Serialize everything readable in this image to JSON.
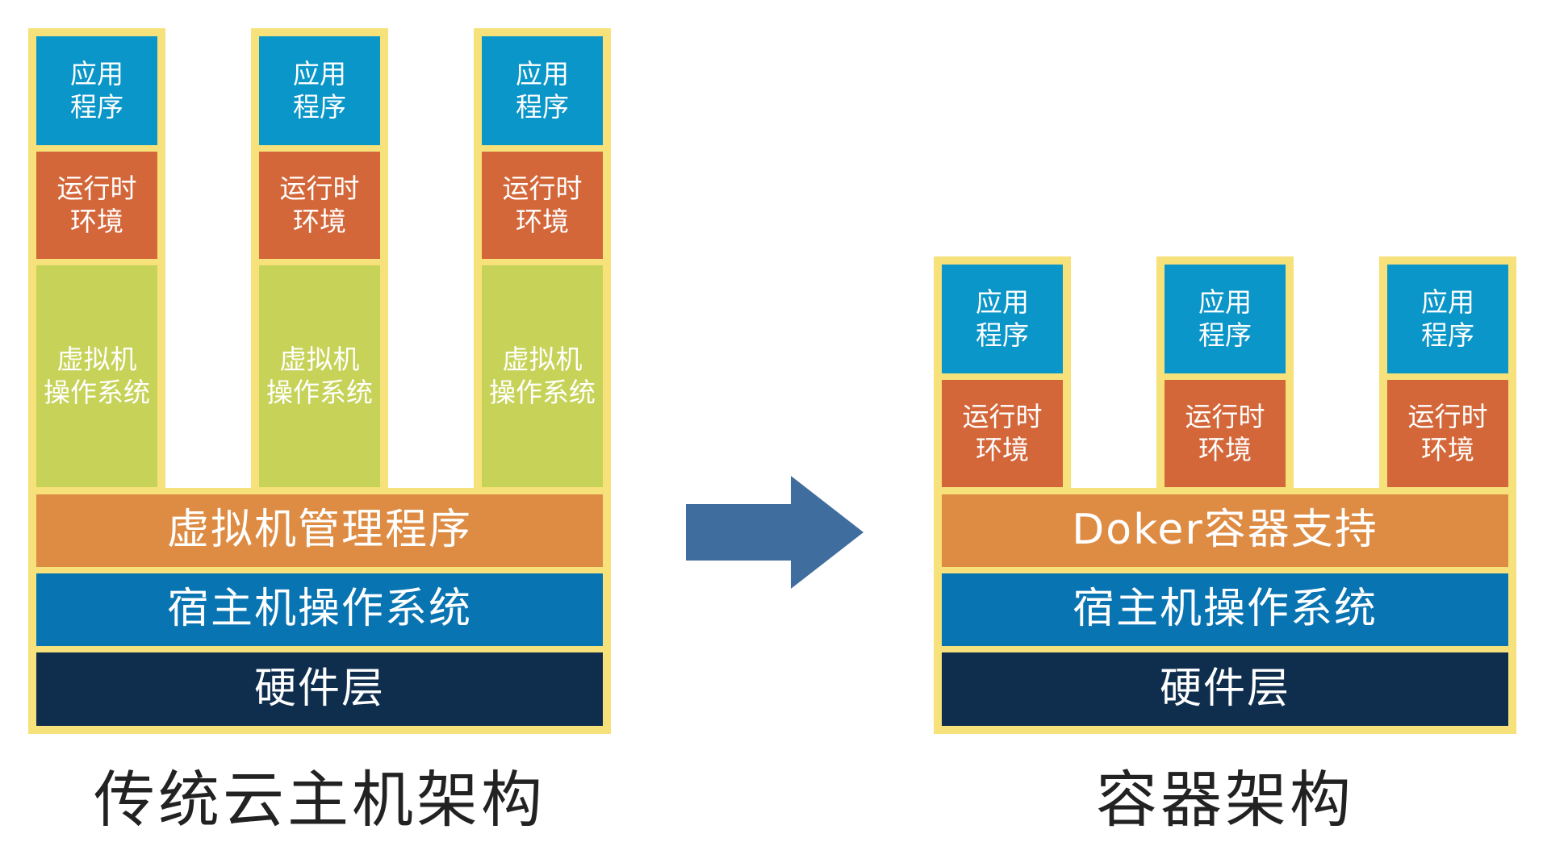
{
  "traditional": {
    "caption": "传统云主机架构",
    "columns": [
      {
        "app": "应用\n程序",
        "runtime": "运行时\n环境",
        "vm_os": "虚拟机\n操作系统"
      },
      {
        "app": "应用\n程序",
        "runtime": "运行时\n环境",
        "vm_os": "虚拟机\n操作系统"
      },
      {
        "app": "应用\n程序",
        "runtime": "运行时\n环境",
        "vm_os": "虚拟机\n操作系统"
      }
    ],
    "hypervisor": "虚拟机管理程序",
    "host_os": "宿主机操作系统",
    "hardware": "硬件层"
  },
  "container": {
    "caption": "容器架构",
    "columns": [
      {
        "app": "应用\n程序",
        "runtime": "运行时\n环境"
      },
      {
        "app": "应用\n程序",
        "runtime": "运行时\n环境"
      },
      {
        "app": "应用\n程序",
        "runtime": "运行时\n环境"
      }
    ],
    "engine": "Doker容器支持",
    "host_os": "宿主机操作系统",
    "hardware": "硬件层"
  },
  "colors": {
    "border": "#f7e17a",
    "app": "#0a96c8",
    "runtime": "#d4673a",
    "vm_os": "#c6d358",
    "middleware": "#de8c44",
    "host_os": "#0874b2",
    "hardware": "#0f2e4e",
    "arrow": "#3f6d9e"
  }
}
